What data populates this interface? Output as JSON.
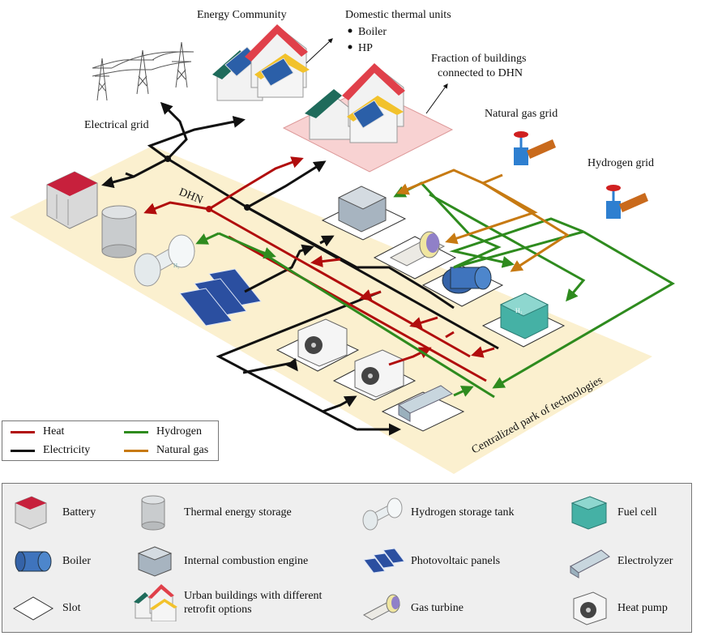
{
  "labels": {
    "energy_community": "Energy Community",
    "domestic_units": "Domestic thermal units",
    "boiler_bullet": "Boiler",
    "hp_bullet": "HP",
    "fraction": "Fraction of buildings",
    "fraction2": "connected to DHN",
    "electrical_grid": "Electrical grid",
    "natural_gas_grid": "Natural gas grid",
    "hydrogen_grid": "Hydrogen grid",
    "dhn": "DHN",
    "park": "Centralized park of technologies"
  },
  "legend": [
    {
      "label": "Heat",
      "color": "#b10d0d"
    },
    {
      "label": "Hydrogen",
      "color": "#2e8b1e"
    },
    {
      "label": "Electricity",
      "color": "#111111"
    },
    {
      "label": "Natural gas",
      "color": "#c77a12"
    }
  ],
  "key": [
    {
      "label": "Battery",
      "icon": "battery-icon"
    },
    {
      "label": "Thermal energy storage",
      "icon": "thermal-storage-icon"
    },
    {
      "label": "Hydrogen storage tank",
      "icon": "hydrogen-tank-icon"
    },
    {
      "label": "Fuel cell",
      "icon": "fuel-cell-icon"
    },
    {
      "label": "Boiler",
      "icon": "boiler-icon"
    },
    {
      "label": "Internal combustion engine",
      "icon": "engine-icon"
    },
    {
      "label": "Photovoltaic panels",
      "icon": "pv-panel-icon"
    },
    {
      "label": "Electrolyzer",
      "icon": "electrolyzer-icon"
    },
    {
      "label": "Slot",
      "icon": "slot-icon"
    },
    {
      "label": "Urban buildings with different",
      "label2": "retrofit options",
      "icon": "buildings-icon"
    },
    {
      "label": "Gas turbine",
      "icon": "gas-turbine-icon"
    },
    {
      "label": "Heat pump",
      "icon": "heat-pump-icon"
    }
  ],
  "colors": {
    "heat": "#b10d0d",
    "electricity": "#111111",
    "hydrogen": "#2e8b1e",
    "natural_gas": "#c77a12",
    "park_background": "#fbf0cf",
    "connected_area": "#f8d2d2"
  }
}
